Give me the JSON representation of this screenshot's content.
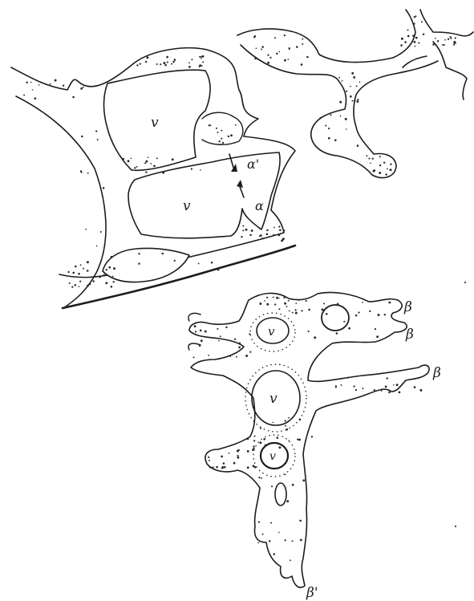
{
  "labels": {
    "vacuole_upper": "v",
    "vacuole_middle": "v",
    "alpha": "α",
    "alpha_prime": "α'",
    "vacuole_lower_1": "v",
    "vacuole_lower_2": "v",
    "vacuole_lower_3": "v",
    "beta_1": "β",
    "beta_2": "β",
    "beta_3": "β",
    "beta_prime": "β'"
  }
}
